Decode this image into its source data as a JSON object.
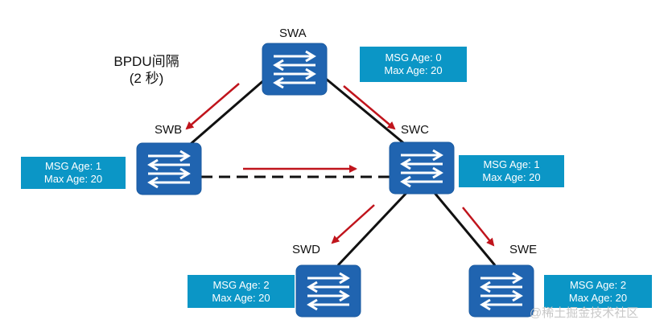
{
  "caption": {
    "line1": "BPDU间隔",
    "line2": "(2 秒)"
  },
  "switches": [
    {
      "id": "swa",
      "label": "SWA"
    },
    {
      "id": "swb",
      "label": "SWB"
    },
    {
      "id": "swc",
      "label": "SWC"
    },
    {
      "id": "swd",
      "label": "SWD"
    },
    {
      "id": "swe",
      "label": "SWE"
    }
  ],
  "info_boxes": [
    {
      "id": "swa",
      "msg_age": "MSG Age: 0",
      "max_age": "Max Age: 20"
    },
    {
      "id": "swb",
      "msg_age": "MSG Age: 1",
      "max_age": "Max Age: 20"
    },
    {
      "id": "swc",
      "msg_age": "MSG Age: 1",
      "max_age": "Max Age: 20"
    },
    {
      "id": "swd",
      "msg_age": "MSG Age: 2",
      "max_age": "Max Age: 20"
    },
    {
      "id": "swe",
      "msg_age": "MSG Age: 2",
      "max_age": "Max Age: 20"
    }
  ],
  "watermark": "@稀土掘金技术社区",
  "colors": {
    "switch_fill": "#2064b0",
    "info_box": "#0b96c6",
    "link": "#111111",
    "arrow": "#c0141c",
    "switch_icon": "#ffffff"
  },
  "icons": {
    "switch": "switch-arrows-icon"
  }
}
